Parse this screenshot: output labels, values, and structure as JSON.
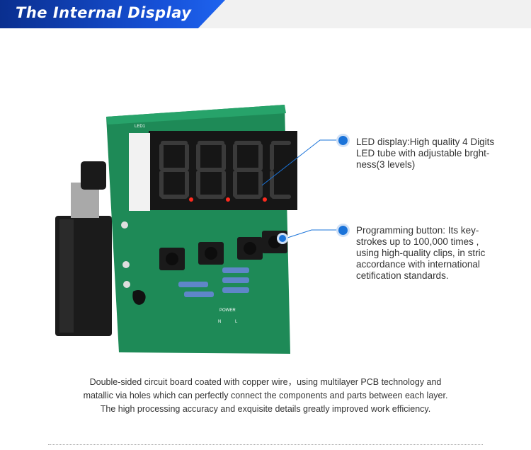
{
  "header": {
    "title": "The Internal Display"
  },
  "callouts": [
    {
      "id": "led-display",
      "lines": [
        "LED display:High quality 4 Digits",
        "LED tube with adjustable brght-",
        "ness(3 levels)"
      ]
    },
    {
      "id": "programming-button",
      "lines": [
        "Programming button:  Its key-",
        "strokes up to 100,000 times ,",
        "using high-quality clips, in stric",
        "accordance with international",
        "cetification standards."
      ]
    }
  ],
  "caption": {
    "lines": [
      "Double-sided circuit board coated with copper wire，using multilayer PCB technology and",
      "matallic via holes which can perfectly connect the components and parts between each layer.",
      "The high processing accuracy and exquisite details greatly improved work efficiency."
    ]
  },
  "board_silkscreen": {
    "led_label": "LED1",
    "power_label": "POWER",
    "n_label": "N",
    "l_label": "L"
  },
  "colors": {
    "accent": "#1a73d9",
    "banner": "#1650d6",
    "pcb": "#1f8a5a",
    "led_red": "#ff2a1e"
  }
}
